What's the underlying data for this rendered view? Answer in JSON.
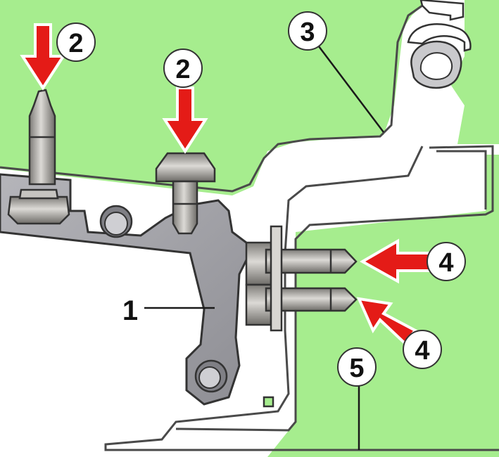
{
  "colors": {
    "panel": "#a6ed8e",
    "bracket": "#a3a3a8",
    "metal": "#aaa8a3",
    "arrow": "#e41b17",
    "seal": "#c9c9cc"
  },
  "callouts": {
    "bracket": "1",
    "bolt": "2",
    "seal": "3",
    "stud": "4",
    "panel": "5"
  }
}
